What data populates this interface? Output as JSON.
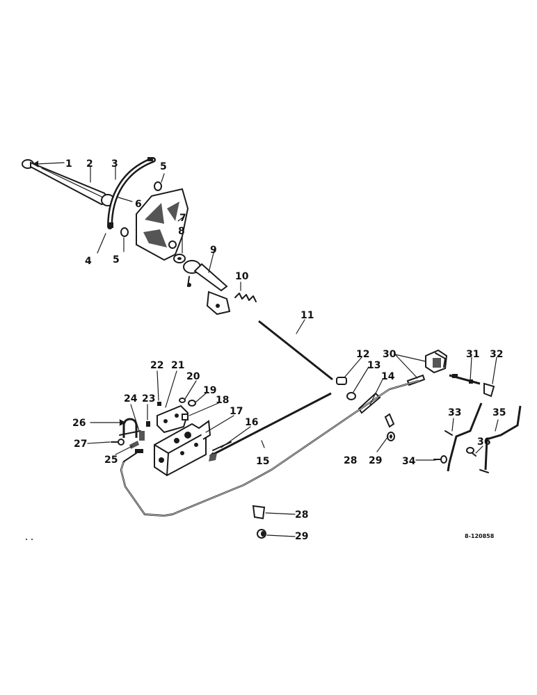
{
  "diagram": {
    "drawing_ref": "8-120858",
    "ink_color": "#1a1a1a",
    "callouts": [
      "1",
      "2",
      "3",
      "4",
      "5",
      "5",
      "6",
      "7",
      "8",
      "9",
      "10",
      "11",
      "12",
      "13",
      "14",
      "15",
      "16",
      "17",
      "18",
      "19",
      "20",
      "21",
      "22",
      "23",
      "24",
      "25",
      "26",
      "27",
      "28",
      "28",
      "29",
      "29",
      "30",
      "31",
      "32",
      "33",
      "34",
      "35",
      "36"
    ]
  }
}
